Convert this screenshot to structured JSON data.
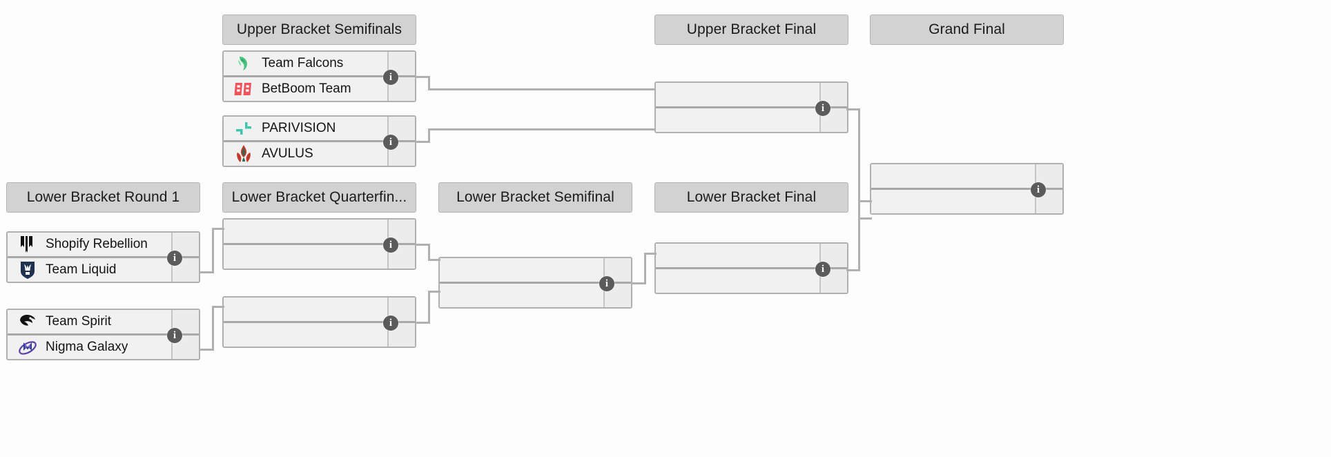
{
  "rounds": [
    {
      "key": "ubsf",
      "label": "Upper Bracket Semifinals"
    },
    {
      "key": "ubf",
      "label": "Upper Bracket Final"
    },
    {
      "key": "gf",
      "label": "Grand Final"
    },
    {
      "key": "lbr1",
      "label": "Lower Bracket Round 1"
    },
    {
      "key": "lbqf",
      "label": "Lower Bracket Quarterfin..."
    },
    {
      "key": "lbsf",
      "label": "Lower Bracket Semifinal"
    },
    {
      "key": "lbf",
      "label": "Lower Bracket Final"
    }
  ],
  "matches": {
    "ubsf_1": {
      "top": {
        "team": "Team Falcons",
        "logo": "team-falcons-logo",
        "score": ""
      },
      "bottom": {
        "team": "BetBoom Team",
        "logo": "betboom-team-logo",
        "score": ""
      },
      "info": "info-icon"
    },
    "ubsf_2": {
      "top": {
        "team": "PARIVISION",
        "logo": "parivision-logo",
        "score": ""
      },
      "bottom": {
        "team": "AVULUS",
        "logo": "avulus-logo",
        "score": ""
      },
      "info": "info-icon"
    },
    "ubf_1": {
      "top": {
        "team": "",
        "logo": "",
        "score": ""
      },
      "bottom": {
        "team": "",
        "logo": "",
        "score": ""
      },
      "info": "info-icon"
    },
    "gf_1": {
      "top": {
        "team": "",
        "logo": "",
        "score": ""
      },
      "bottom": {
        "team": "",
        "logo": "",
        "score": ""
      },
      "info": "info-icon"
    },
    "lbr1_1": {
      "top": {
        "team": "Shopify Rebellion",
        "logo": "shopify-rebellion-logo",
        "score": ""
      },
      "bottom": {
        "team": "Team Liquid",
        "logo": "team-liquid-logo",
        "score": ""
      },
      "info": "info-icon"
    },
    "lbr1_2": {
      "top": {
        "team": "Team Spirit",
        "logo": "team-spirit-logo",
        "score": ""
      },
      "bottom": {
        "team": "Nigma Galaxy",
        "logo": "nigma-galaxy-logo",
        "score": ""
      },
      "info": "info-icon"
    },
    "lbqf_1": {
      "top": {
        "team": "",
        "logo": "",
        "score": ""
      },
      "bottom": {
        "team": "",
        "logo": "",
        "score": ""
      },
      "info": "info-icon"
    },
    "lbqf_2": {
      "top": {
        "team": "",
        "logo": "",
        "score": ""
      },
      "bottom": {
        "team": "",
        "logo": "",
        "score": ""
      },
      "info": "info-icon"
    },
    "lbsf_1": {
      "top": {
        "team": "",
        "logo": "",
        "score": ""
      },
      "bottom": {
        "team": "",
        "logo": "",
        "score": ""
      },
      "info": "info-icon"
    },
    "lbf_1": {
      "top": {
        "team": "",
        "logo": "",
        "score": ""
      },
      "bottom": {
        "team": "",
        "logo": "",
        "score": ""
      },
      "info": "info-icon"
    }
  },
  "colors": {
    "page_background": "#fdfdfd",
    "header_fill": "#d2d2d2",
    "header_border": "#b4b4b4",
    "match_fill": "#f1f1f1",
    "match_border": "#b0b0b0",
    "score_fill": "#ececec",
    "connector": "#b0b0b0",
    "info_badge": "#5b5b5b",
    "text": "#141414",
    "team_falcons": "#49c47f",
    "betboom_team": "#f2545b",
    "parivision": "#3fc6ae",
    "avulus": "#c0392b",
    "shopify_rebellion": "#111111",
    "team_liquid": "#1f3250",
    "team_spirit": "#111111",
    "nigma_galaxy": "#5b3fa8"
  }
}
